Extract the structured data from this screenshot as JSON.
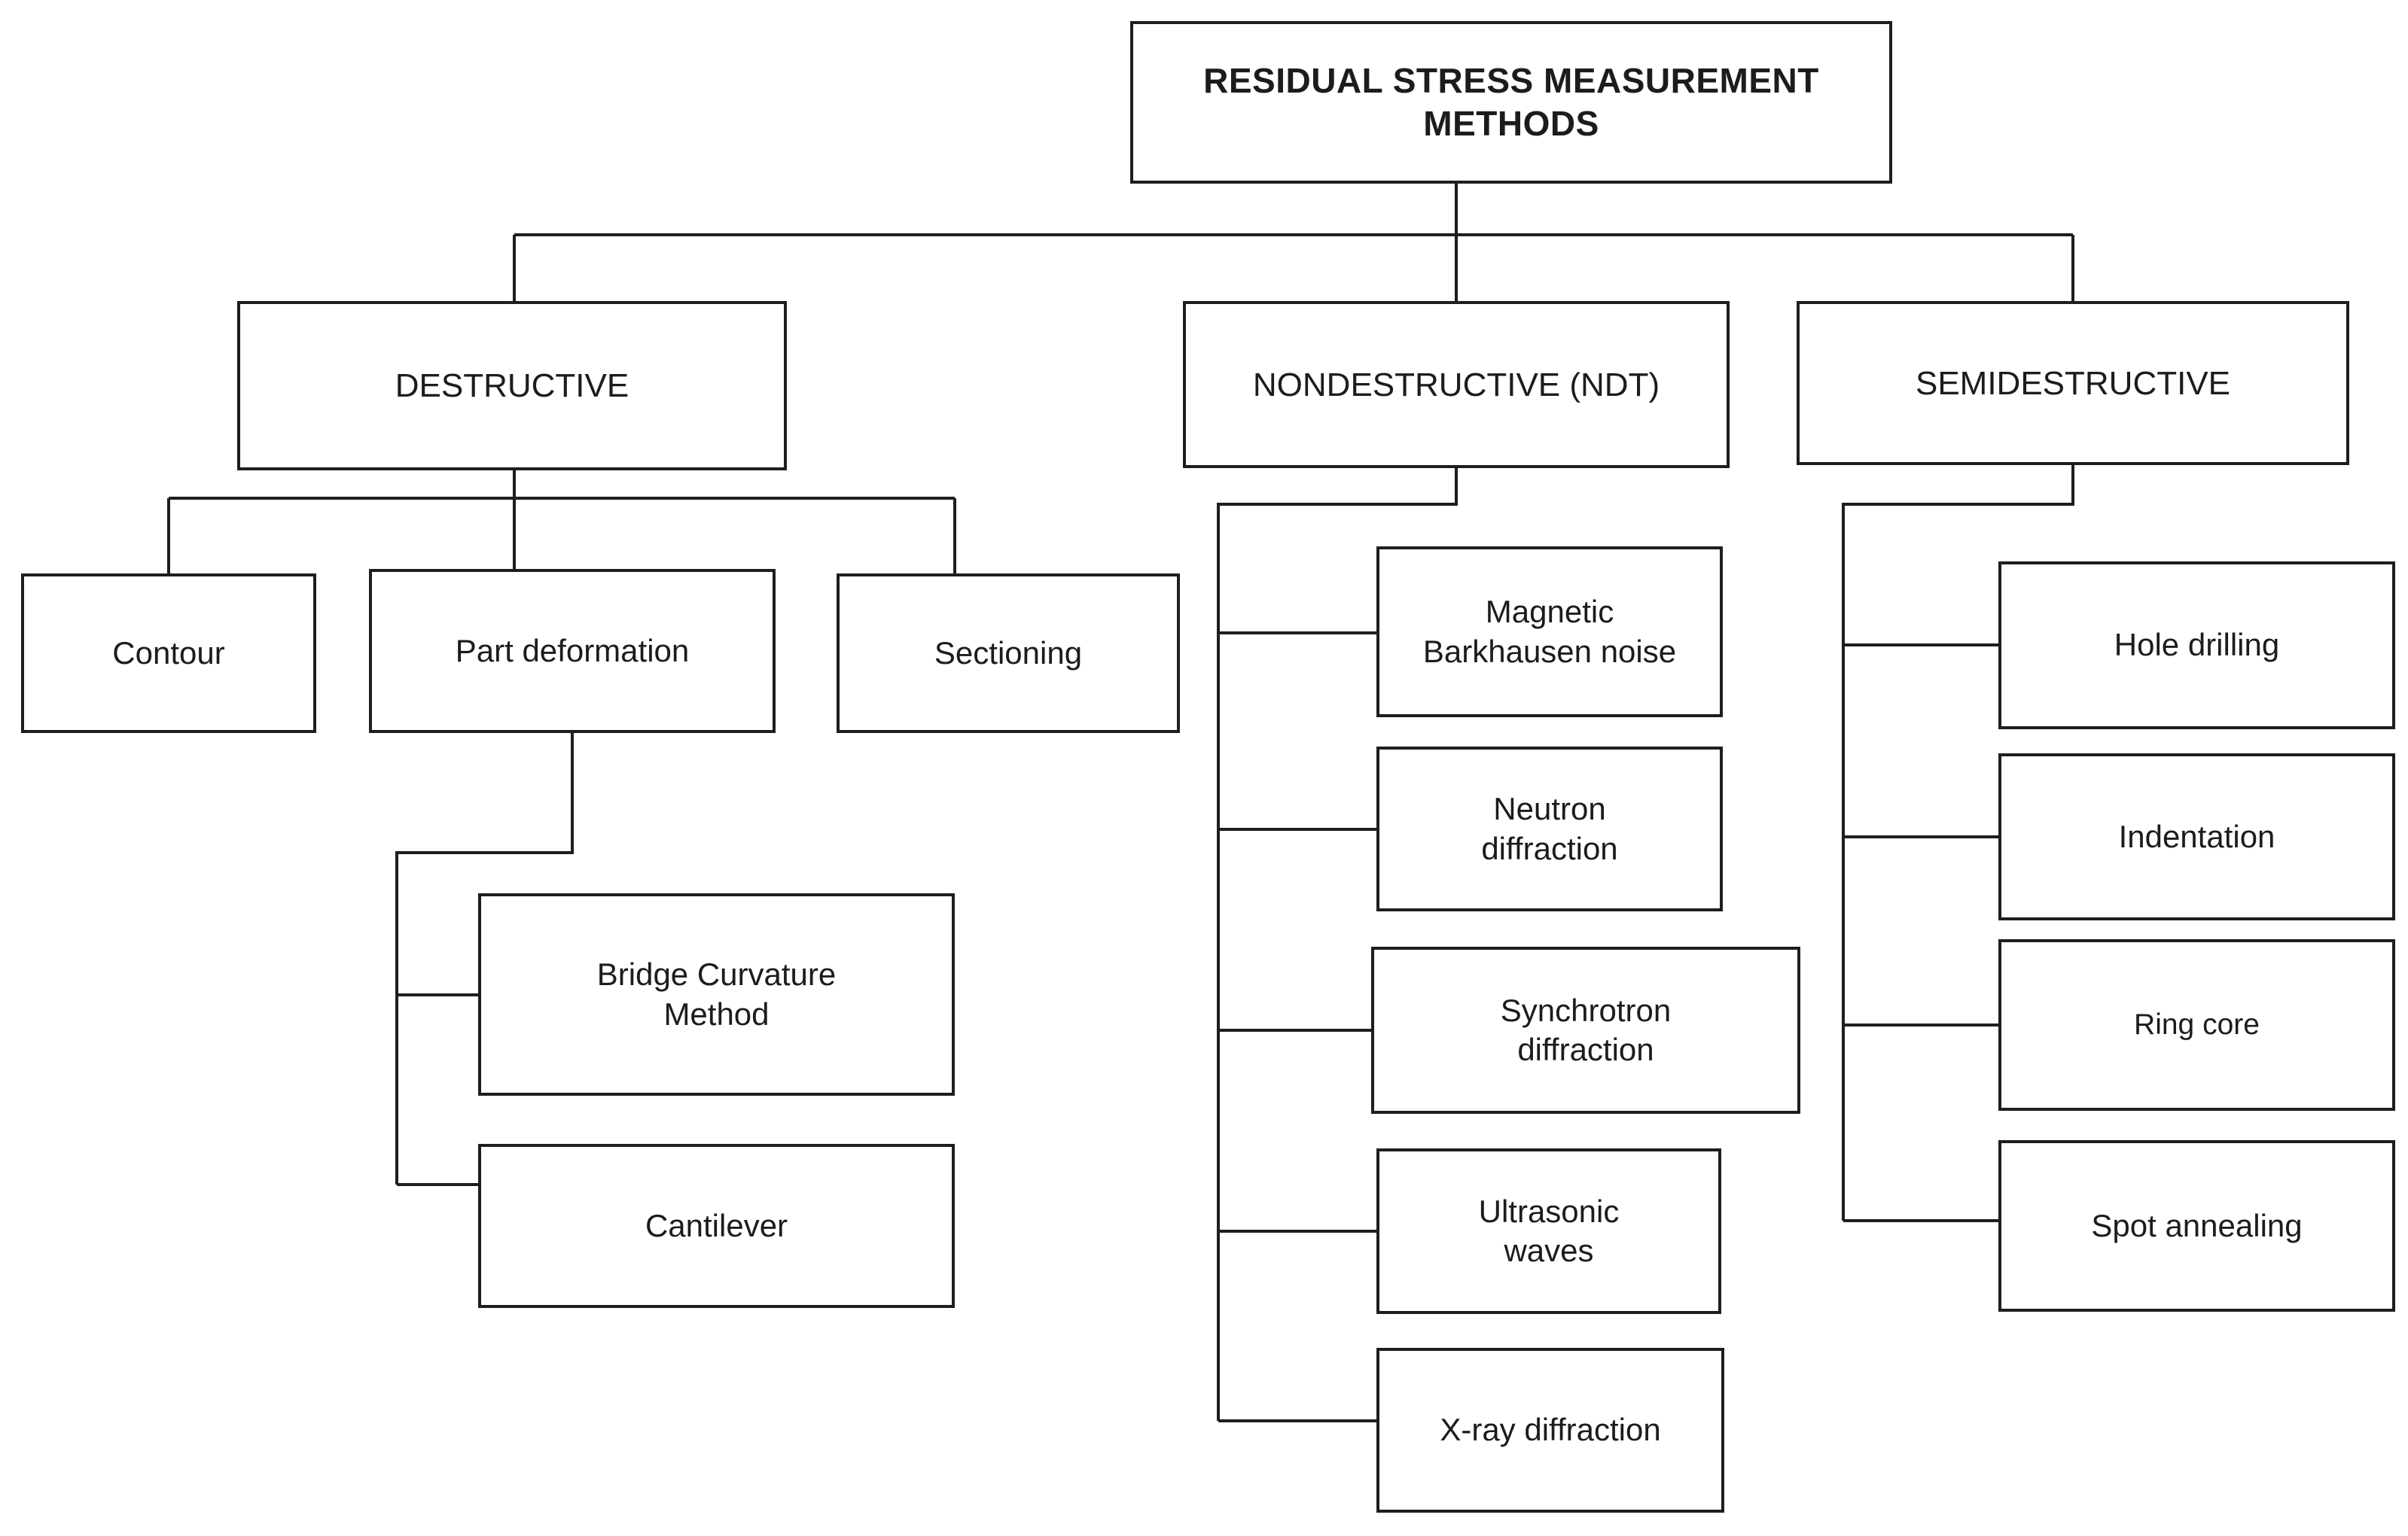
{
  "diagram": {
    "type": "tree-flowchart",
    "background_color": "#ffffff",
    "box_fill_color": "#ffffff",
    "box_border_color": "#1e1e1e",
    "line_color": "#1e1e1e",
    "text_color": "#1c1c1c",
    "hierarchy": {
      "root": "title",
      "children_of_title": [
        "destructive",
        "nondestructive",
        "semidestructive"
      ],
      "children_of_destructive": [
        "contour",
        "part_deformation",
        "sectioning"
      ],
      "children_of_part_deformation": [
        "bridge_curvature",
        "cantilever"
      ],
      "children_of_nondestructive": [
        "magnetic_barkhausen",
        "neutron_diffraction",
        "synchrotron_diffraction",
        "ultrasonic_waves",
        "xray_diffraction"
      ],
      "children_of_semidestructive": [
        "hole_drilling",
        "indentation",
        "ring_core",
        "spot_annealing"
      ]
    }
  },
  "nodes": {
    "title": {
      "label": "RESIDUAL STRESS MEASUREMENT\nMETHODS"
    },
    "destructive": {
      "label": "DESTRUCTIVE"
    },
    "nondestructive": {
      "label": "NONDESTRUCTIVE (NDT)"
    },
    "semidestructive": {
      "label": "SEMIDESTRUCTIVE"
    },
    "contour": {
      "label": "Contour"
    },
    "part_deformation": {
      "label": "Part deformation"
    },
    "sectioning": {
      "label": "Sectioning"
    },
    "bridge_curvature": {
      "label": "Bridge Curvature\nMethod"
    },
    "cantilever": {
      "label": "Cantilever"
    },
    "magnetic_barkhausen": {
      "label": "Magnetic\nBarkhausen noise"
    },
    "neutron_diffraction": {
      "label": "Neutron\ndiffraction"
    },
    "synchrotron_diffraction": {
      "label": "Synchrotron\ndiffraction"
    },
    "ultrasonic_waves": {
      "label": "Ultrasonic\nwaves"
    },
    "xray_diffraction": {
      "label": "X-ray diffraction"
    },
    "hole_drilling": {
      "label": "Hole drilling"
    },
    "indentation": {
      "label": "Indentation"
    },
    "ring_core": {
      "label": "Ring core"
    },
    "spot_annealing": {
      "label": "Spot annealing"
    }
  }
}
